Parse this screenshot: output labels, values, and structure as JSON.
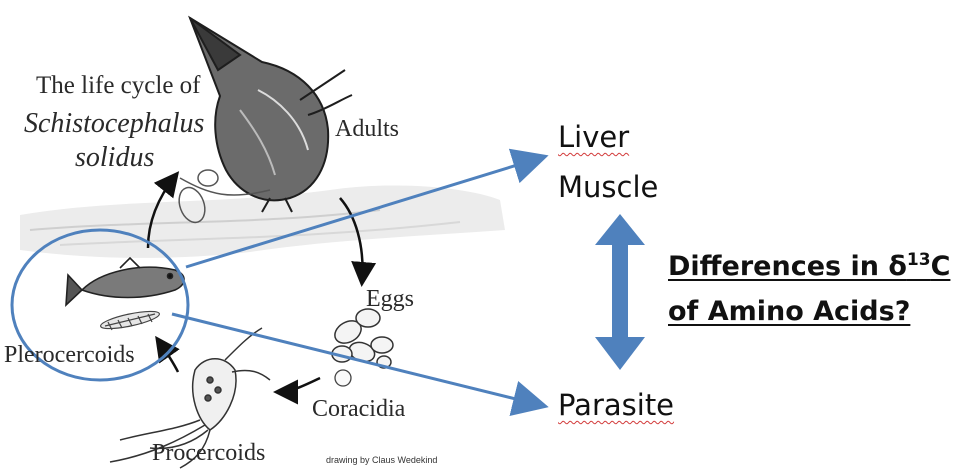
{
  "diagram": {
    "title_line1": "The life cycle of",
    "title_line2": "Schistocephalus",
    "title_line3": "solidus",
    "stages": {
      "adults": "Adults",
      "eggs": "Eggs",
      "coracidia": "Coracidia",
      "procercoids": "Procercoids",
      "plerocercoids": "Plerocercoids"
    },
    "credit": "drawing by Claus Wedekind"
  },
  "tissues": {
    "liver": "Liver",
    "muscle": "Muscle",
    "parasite": "Parasite"
  },
  "question": {
    "line1_prefix": "Differences in δ",
    "superscript": "13",
    "line1_suffix": "C",
    "line2": "of Amino Acids?"
  },
  "colors": {
    "accent_blue": "#4f81bd",
    "sketch_ink": "#2a2a2a",
    "text": "#111111",
    "spellcheck_red": "#d23a3a"
  }
}
